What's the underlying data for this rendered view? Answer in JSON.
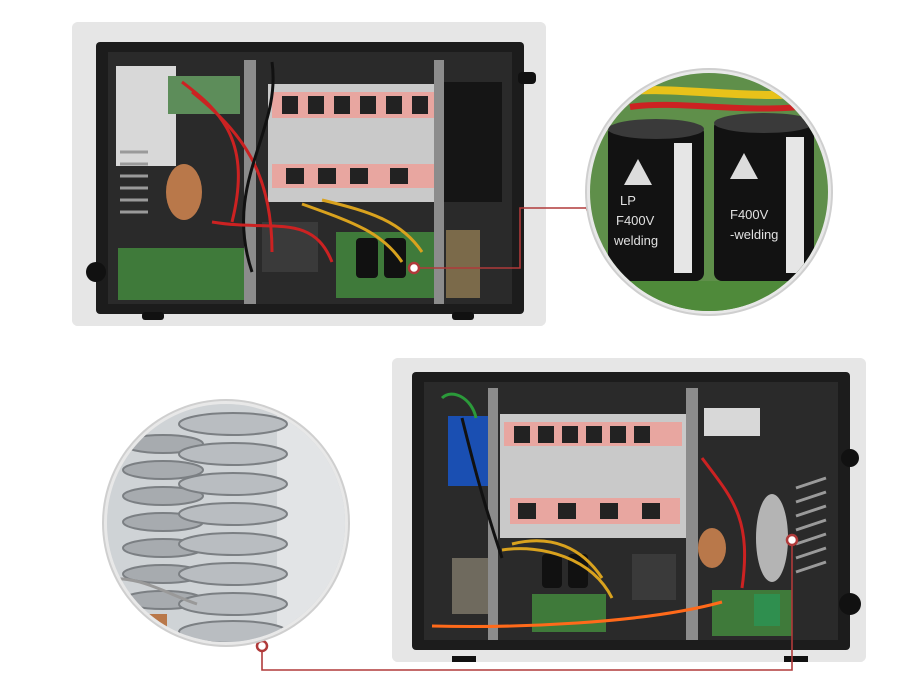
{
  "photos": {
    "top_caption": "",
    "bottom_caption": ""
  },
  "zoom_capacitors": {
    "brand_mark": "LP",
    "rating_left": "F400V",
    "rating_right": "F400V",
    "line_left": "welding",
    "line_right": "-welding"
  },
  "colors": {
    "callout_line": "#b03a3a",
    "chassis": "#1c1c1c",
    "pcb_green": "#3f7a3a",
    "heatsink": "#c8c8c8",
    "pink_pad": "#e8a6a0"
  }
}
